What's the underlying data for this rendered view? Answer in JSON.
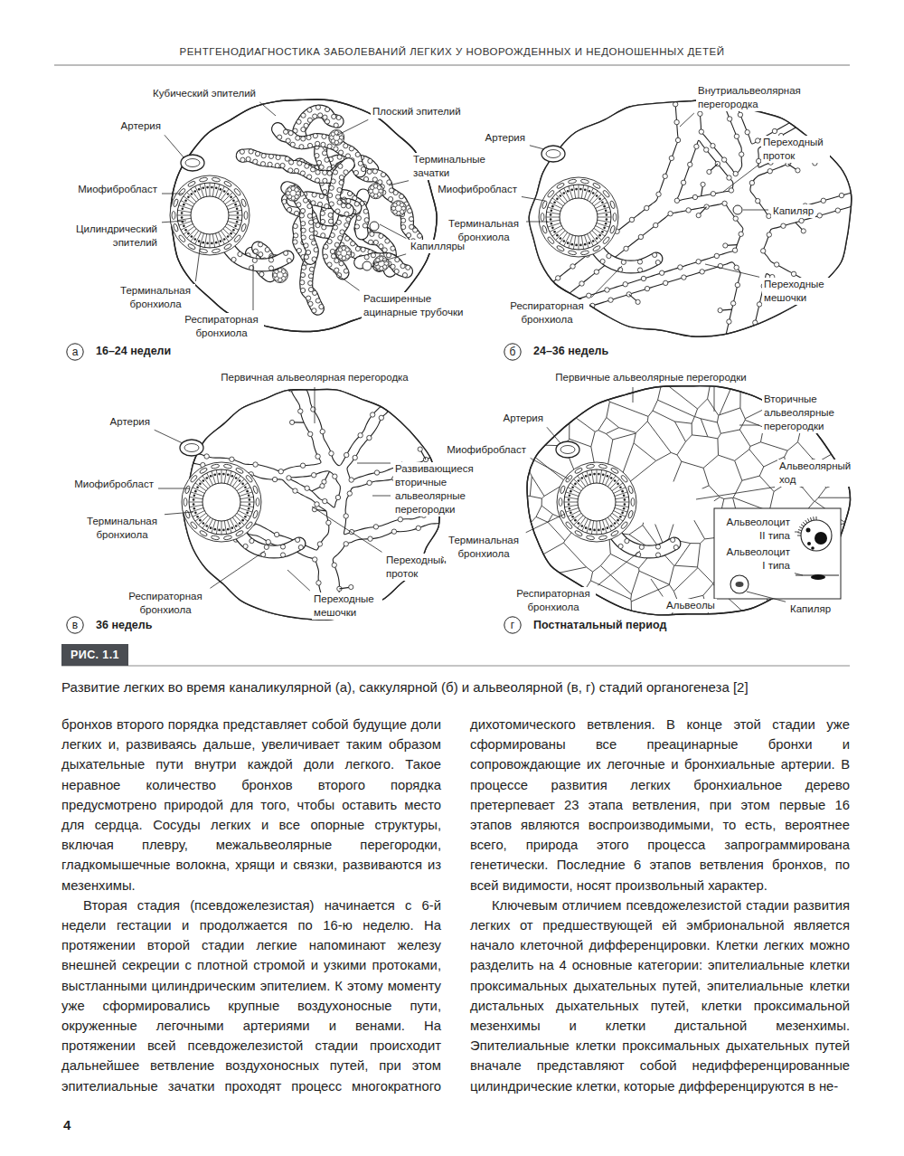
{
  "diagram": {
    "caption": "Развитие легких во время каналикулярной (а), саккулярной (б) и альвеолярной (в, г) стадий органогенеза [2]",
    "nodes": [
      {
        "text": [
          "а"
        ]
      },
      {
        "text": [
          "б"
        ]
      },
      {
        "text": [
          "в"
        ]
      },
      {
        "text": [
          "г"
        ]
      },
      {
        "text": [
          "РИС. 1.1"
        ]
      }
    ],
    "labels": [
      "РЕНТГЕНОДИАГНОСТИКА ЗАБОЛЕВАНИЙ ЛЕГКИХ У НОВОРОЖДЕННЫХ И НЕДОНОШЕННЫХ ДЕТЕЙ",
      "Кубический эпителий",
      "Плоский эпителий",
      "Артерия",
      "Терминальные зачатки",
      "Миофибробласт",
      "Цилиндрический эпителий",
      "Капилляры",
      "Терминальная бронхиола",
      "Расширенные ацинарные трубочки",
      "Респираторная бронхиола",
      "16–24 недели",
      "Внутриальвеолярная перегородка",
      "Артерия",
      "Переходный проток",
      "Миофибробласт",
      "Капиляр",
      "Терминальная бронхиола",
      "Переходные мешочки",
      "Респираторная бронхиола",
      "24–36 недель",
      "Первичная альвеолярная перегородка",
      "Артерия",
      "Развивающиеся вторичные альвеолярные перегородки",
      "Миофибробласт",
      "Терминальная бронхиола",
      "Переходный проток",
      "Респираторная бронхиола",
      "Переходные мешочки",
      "36 недель",
      "Первичные альвеолярные перегородки",
      "Артерия",
      "Вторичные альвеолярные перегородки",
      "Миофибробласт",
      "Альвеолярный ход",
      "Альвеолоцит II типа",
      "Альвеолоцит I типа",
      "Терминальная бронхиола",
      "Респираторная бронхиола",
      "Альвеолы",
      "Капиляр",
      "Постнатальный период",
      "бронхов второго порядка представляет собой будущие доли легких и, развиваясь дальше, увеличивает таким образом дыхательные пути внутри каждой доли легкого. Такое неравное количество бронхов второго порядка предусмотрено природой для того, чтобы оставить место для сердца. Сосуды легких и все опорные структуры, включая плевру, межальвеолярные перегородки, гладкомышечные волокна, хрящи и связки, развиваются из мезенхимы.",
      "Вторая стадия (псевдожелезистая) начинается с 6-й недели гестации и продолжается по 16-ю неделю. На протяжении второй стадии легкие напоминают железу внешней секреции с плотной стромой и узкими протоками, выстланными цилиндрическим эпителием. К этому моменту уже сформировались крупные воздухоносные пути, окруженные легочными артериями и венами. На протяжении всей псевдожелезистой стадии происходит дальнейшее ветвление воздухоносных путей, при этом эпителиальные зачатки проходят процесс многократного дихотомического ветвления. В конце этой стадии уже сформированы все преацинарные бронхи и сопровождающие их легочные и бронхиальные артерии. В процессе развития легких бронхиальное дерево претерпевает 23 этапа ветвления, при этом первые 16 этапов являются воспроизводимыми, то есть, вероятнее всего, природа этого процесса запрограммирована генетически. Последние 6 этапов ветвления бронхов, по всей видимости, носят произвольный характер.",
      "Ключевым отличием псевдожелезистой стадии развития легких от предшествующей ей эмбриональной является начало клеточной дифференцировки. Клетки легких можно разделить на 4 основные категории: эпителиальные клетки проксимальных дыхательных путей, эпителиальные клетки дистальных дыхательных путей, клетки проксимальной мезенхимы и клетки дистальной мезенхимы. Эпителиальные клетки проксимальных дыхательных путей вначале представляют собой недифференцированные цилиндрические клетки, которые дифференцируются в не-",
      "4"
    ]
  }
}
